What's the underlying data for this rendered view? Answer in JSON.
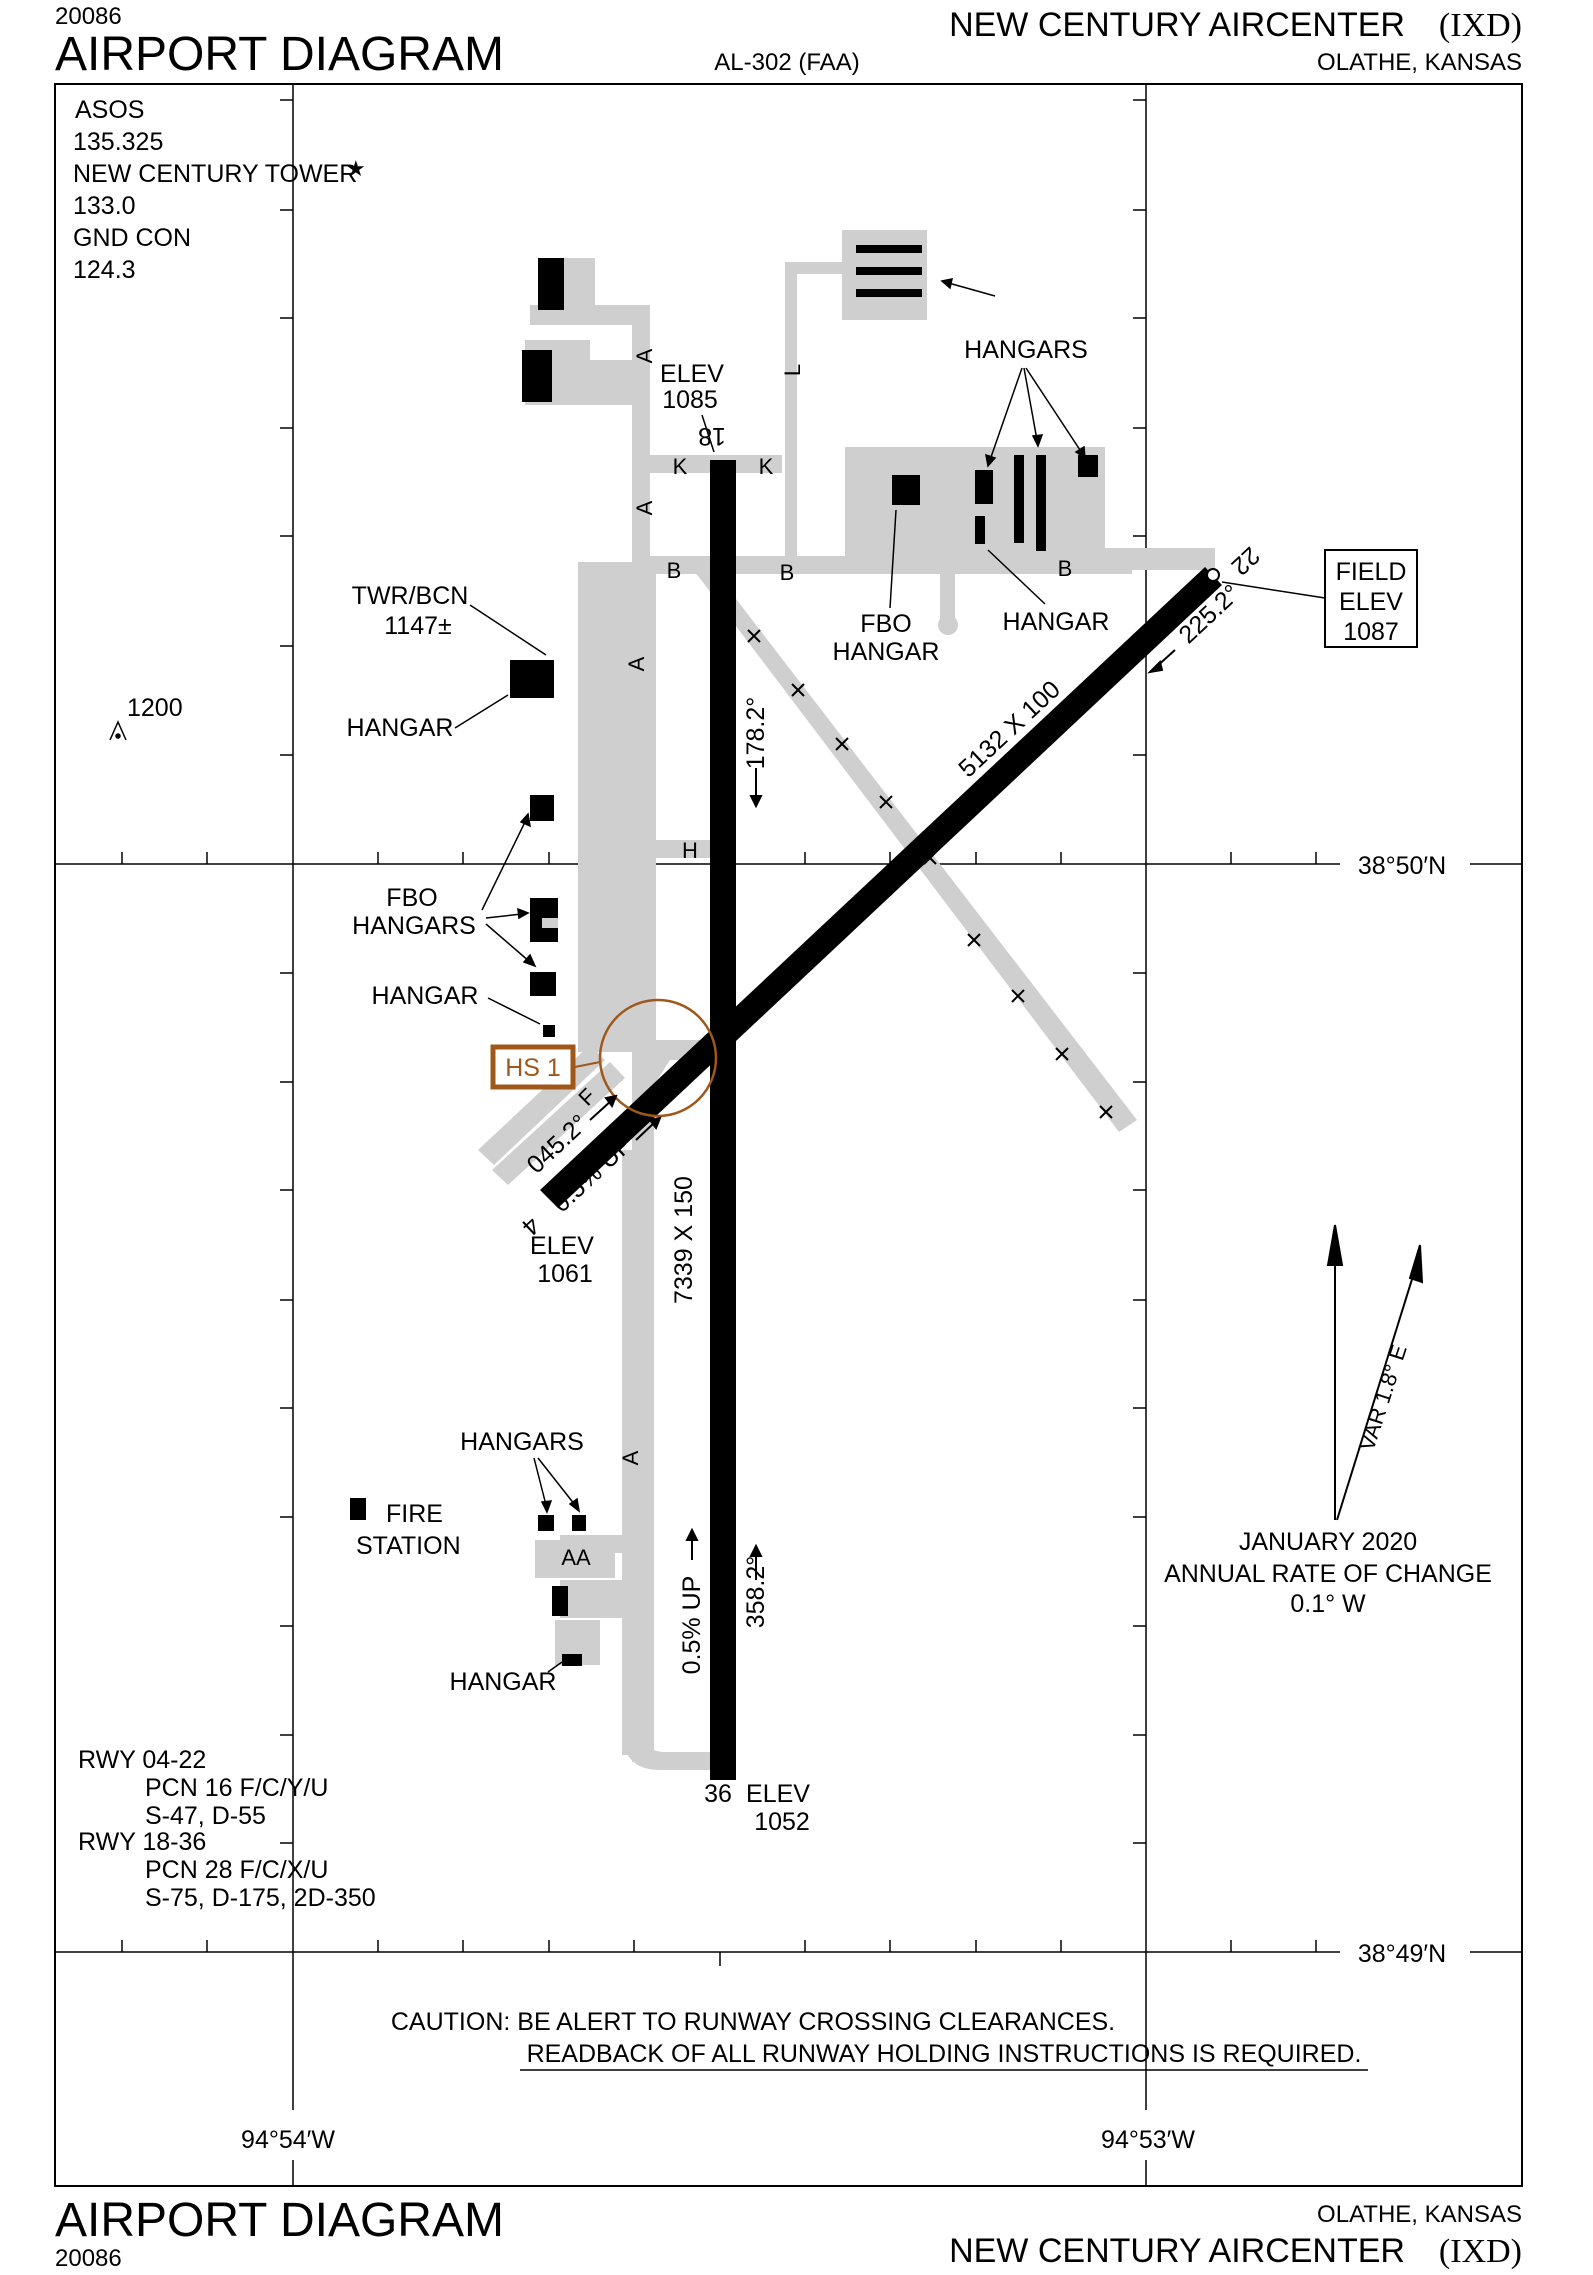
{
  "header": {
    "volume_top": "20086",
    "title_top": "AIRPORT DIAGRAM",
    "procedure_id": "AL-302 (FAA)",
    "airport_name_top": "NEW CENTURY AIRCENTER",
    "airport_id_top": "(IXD)",
    "location_top": "OLATHE, KANSAS"
  },
  "footer": {
    "title_bottom": "AIRPORT DIAGRAM",
    "volume_bottom": "20086",
    "location_bottom": "OLATHE, KANSAS",
    "airport_name_bottom": "NEW CENTURY AIRCENTER",
    "airport_id_bottom": "(IXD)"
  },
  "frequencies": {
    "asos_label": "ASOS",
    "asos_freq": "135.325",
    "tower_label": "NEW CENTURY TOWER",
    "tower_star": "★",
    "tower_freq": "133.0",
    "gnd_label": "GND CON",
    "gnd_freq": "124.3"
  },
  "runways": {
    "rwy18_36": {
      "dims": "7339 X 150",
      "end18_num": "18",
      "end36_num": "36",
      "hdg_south": "178.2°",
      "hdg_north": "358.2°",
      "gradient": "0.5% UP",
      "elev18_label": "ELEV",
      "elev18_value": "1085",
      "elev36_label": "ELEV",
      "elev36_value": "1052"
    },
    "rwy04_22": {
      "dims": "5132 X 100",
      "end4_num": "4",
      "end22_num": "22",
      "hdg_ne": "045.2°",
      "hdg_sw": "225.2°",
      "gradient": "0.5% UP",
      "elev4_label": "ELEV",
      "elev4_value": "1061"
    }
  },
  "field_elev": {
    "line1": "FIELD",
    "line2": "ELEV",
    "line3": "1087"
  },
  "taxiways": {
    "A": "A",
    "B": "B",
    "K": "K",
    "L": "L",
    "H": "H",
    "F": "F",
    "AA": "AA"
  },
  "buildings": {
    "hangars_ne": "HANGARS",
    "fbo_hangar_1": "FBO",
    "fbo_hangar_2": "HANGAR",
    "hangar_ne": "HANGAR",
    "twr_bcn_1": "TWR/BCN",
    "twr_bcn_2": "1147±",
    "hangar_w": "HANGAR",
    "fbo_hangars_1": "FBO",
    "fbo_hangars_2": "HANGARS",
    "hangar_sw": "HANGAR",
    "hangars_s": "HANGARS",
    "fire_1": "FIRE",
    "fire_2": "STATION",
    "hangar_s": "HANGAR"
  },
  "obstacle": {
    "height": "1200"
  },
  "hot_spot": {
    "label": "HS 1",
    "color": "#a0571a"
  },
  "coordinates": {
    "lat_upper": "38°50′N",
    "lat_lower": "38°49′N",
    "lon_left": "94°54′W",
    "lon_right": "94°53′W"
  },
  "magnetic": {
    "variation": "VAR 1.8° E",
    "date": "JANUARY 2020",
    "rate_label": "ANNUAL RATE OF CHANGE",
    "rate_value": "0.1° W"
  },
  "pcn": {
    "rwy_04_22": "RWY 04-22",
    "rwy_04_22_pcn": "PCN 16 F/C/Y/U",
    "rwy_04_22_wt": "S-47, D-55",
    "rwy_18_36": "RWY 18-36",
    "rwy_18_36_pcn": "PCN 28 F/C/X/U",
    "rwy_18_36_wt": "S-75, D-175, 2D-350"
  },
  "caution": {
    "line1": "CAUTION: BE ALERT TO RUNWAY CROSSING CLEARANCES.",
    "line2": "READBACK OF ALL RUNWAY HOLDING INSTRUCTIONS IS REQUIRED."
  },
  "colors": {
    "pavement": "#cfcfcf",
    "runway": "#000000",
    "frame": "#000000"
  }
}
